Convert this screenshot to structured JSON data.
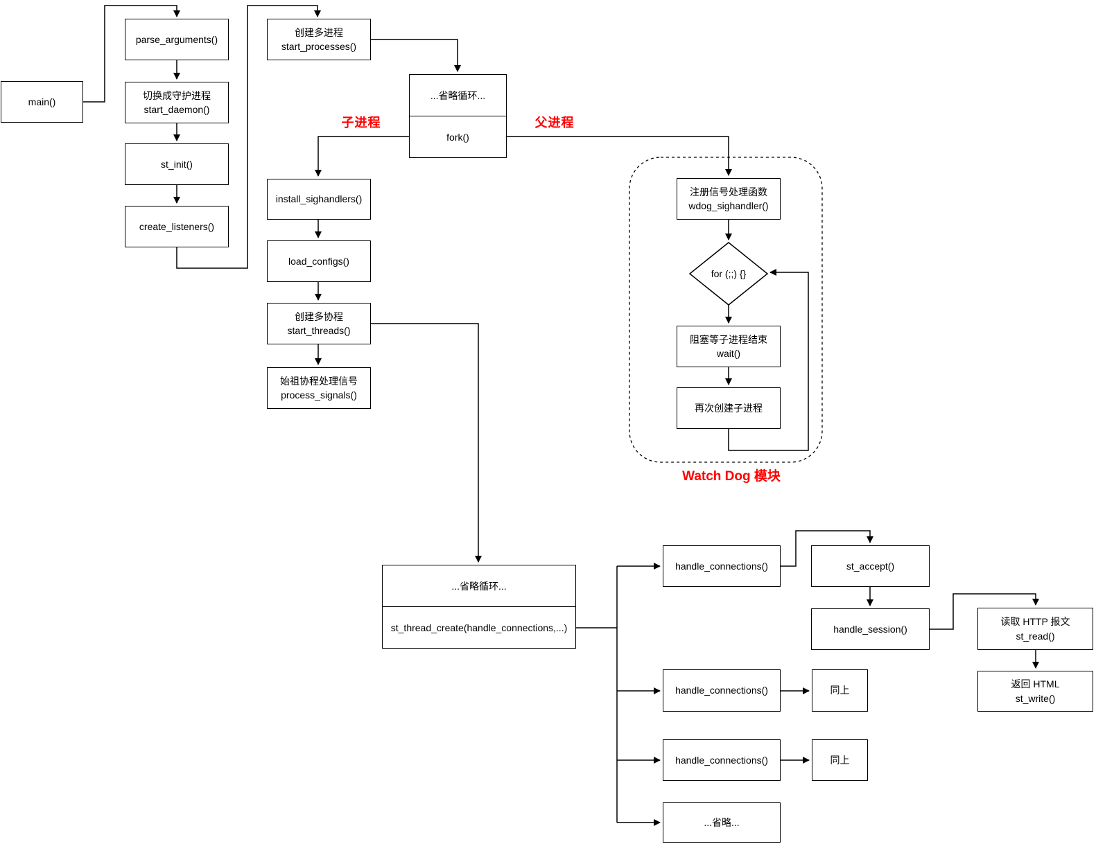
{
  "diagram": {
    "colors": {
      "line": "#000000",
      "node_border": "#000000",
      "node_bg": "#ffffff",
      "label_red": "#ff0000"
    },
    "nodes": {
      "main": {
        "label": "main()"
      },
      "parse_arguments": {
        "label": "parse_arguments()"
      },
      "start_daemon": {
        "line1": "切换成守护进程",
        "line2": "start_daemon()"
      },
      "st_init": {
        "label": "st_init()"
      },
      "create_listeners": {
        "label": "create_listeners()"
      },
      "start_processes": {
        "line1": "创建多进程",
        "line2": "start_processes()"
      },
      "omit_loop_top": {
        "label": "...省略循环..."
      },
      "fork": {
        "label": "fork()"
      },
      "install_sighandlers": {
        "label": "install_sighandlers()"
      },
      "load_configs": {
        "label": "load_configs()"
      },
      "start_threads": {
        "line1": "创建多协程",
        "line2": "start_threads()"
      },
      "process_signals": {
        "line1": "始祖协程处理信号",
        "line2": "process_signals()"
      },
      "wdog_sighandler": {
        "line1": "注册信号处理函数",
        "line2": "wdog_sighandler()"
      },
      "for_loop": {
        "label": "for (;;) {}"
      },
      "wait": {
        "line1": "阻塞等子进程结束",
        "line2": "wait()"
      },
      "recreate_child": {
        "label": "再次创建子进程"
      },
      "omit_loop_bottom": {
        "label": "...省略循环..."
      },
      "st_thread_create": {
        "label": "st_thread_create(handle_connections,...)"
      },
      "handle_connections_1": {
        "label": "handle_connections()"
      },
      "handle_connections_2": {
        "label": "handle_connections()"
      },
      "handle_connections_3": {
        "label": "handle_connections()"
      },
      "st_accept": {
        "label": "st_accept()"
      },
      "handle_session": {
        "label": "handle_session()"
      },
      "st_read": {
        "line1": "读取 HTTP 报文",
        "line2": "st_read()"
      },
      "st_write": {
        "line1": "返回 HTML",
        "line2": "st_write()"
      },
      "ditto_1": {
        "label": "同上"
      },
      "ditto_2": {
        "label": "同上"
      },
      "omit": {
        "label": "...省略..."
      }
    },
    "edge_labels": {
      "child_process": "子进程",
      "parent_process": "父进程"
    },
    "module_labels": {
      "watchdog": "Watch Dog 模块"
    }
  }
}
